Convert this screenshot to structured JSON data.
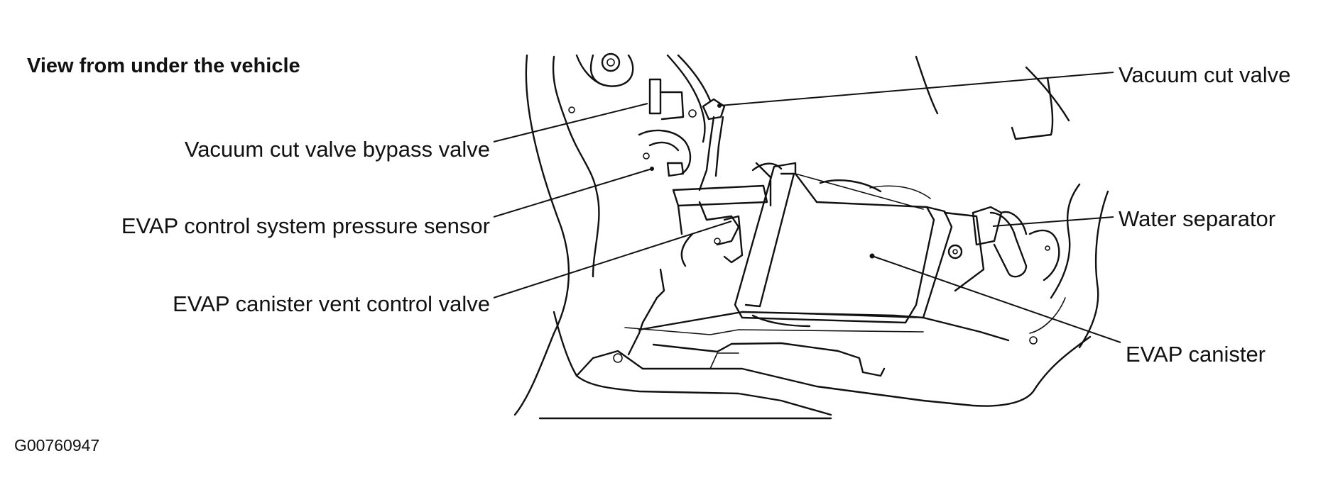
{
  "heading": "View from under the vehicle",
  "figure_code": "G00760947",
  "callouts": {
    "vacuum_cut_valve": "Vacuum cut valve",
    "vacuum_cut_valve_bypass": "Vacuum cut valve bypass valve",
    "pressure_sensor": "EVAP control system pressure sensor",
    "vent_control_valve": "EVAP canister vent control valve",
    "water_separator": "Water separator",
    "evap_canister": "EVAP canister"
  }
}
